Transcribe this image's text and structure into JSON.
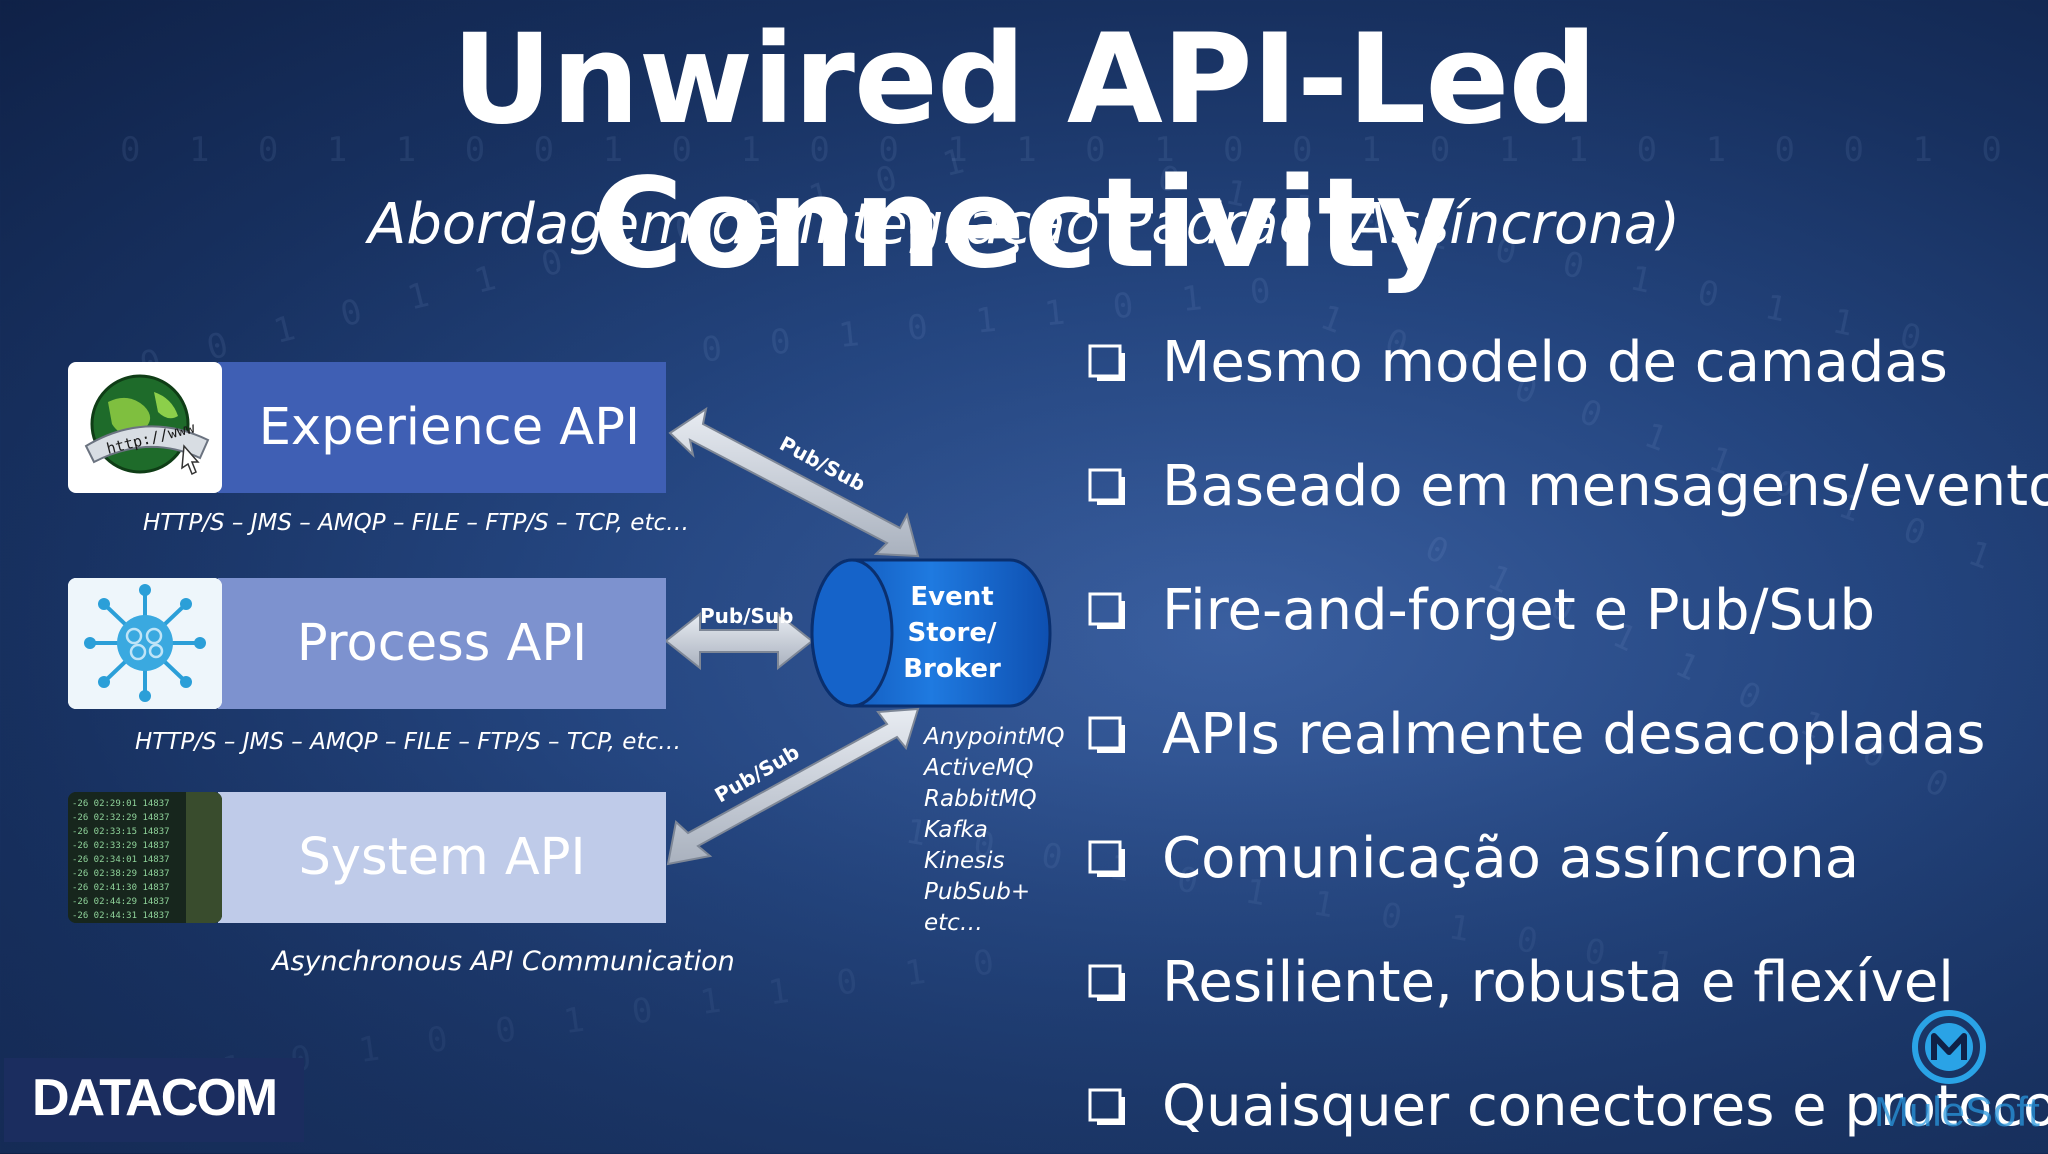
{
  "slide": {
    "title": "Unwired API-Led Connectivity",
    "subtitle": "Abordagem de Integração Padrão (Assíncrona)"
  },
  "layers": [
    {
      "label": "Experience API",
      "protocols": "HTTP/S – JMS – AMQP – FILE – FTP/S – TCP, etc…",
      "icon": "globe-http-icon"
    },
    {
      "label": "Process API",
      "protocols": "HTTP/S – JMS – AMQP – FILE – FTP/S – TCP, etc…",
      "icon": "hub-network-icon"
    },
    {
      "label": "System API",
      "icon": "terminal-screen-icon"
    }
  ],
  "arrows": {
    "experience": "Pub/Sub",
    "process": "Pub/Sub",
    "system": "Pub/Sub"
  },
  "broker": {
    "lines": [
      "Event",
      "Store/",
      "Broker"
    ],
    "products": [
      "AnypointMQ",
      "ActiveMQ",
      "RabbitMQ",
      "Kafka",
      "Kinesis",
      "PubSub+",
      "etc…"
    ]
  },
  "caption": "Asynchronous API Communication",
  "bullets": [
    "Mesmo modelo de camadas",
    "Baseado em mensagens/eventos",
    "Fire-and-forget e Pub/Sub",
    "APIs realmente desacopladas",
    "Comunicação assíncrona",
    "Resiliente, robusta e flexível",
    "Quaisquer conectores e protocolo"
  ],
  "logos": {
    "datacom": "DATACOM",
    "mulesoft": "MuleSoft"
  },
  "colors": {
    "experience_bar": "#3f5fb4",
    "process_bar": "#7d92cf",
    "system_bar": "#bfcbe9",
    "broker_fill": "#1565c8",
    "arrow_fill": "#c9cfd8"
  }
}
